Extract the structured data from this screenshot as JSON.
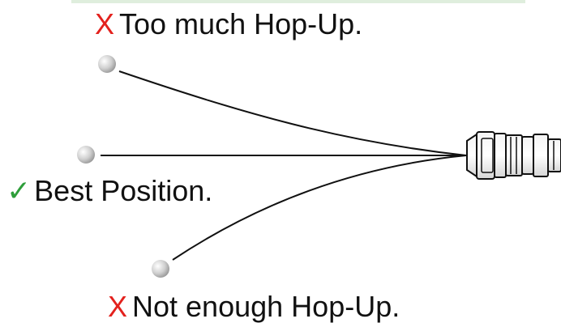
{
  "labels": {
    "too_much": {
      "mark": "X",
      "text": "Too much Hop-Up."
    },
    "best": {
      "mark": "✓",
      "text": "Best Position."
    },
    "not_enough": {
      "mark": "X",
      "text": "Not enough Hop-Up."
    }
  },
  "colors": {
    "x_mark": "#e3211d",
    "check_mark": "#2e9e3a",
    "line": "#111111",
    "bb": "#c8c8c8",
    "top_strip": "#dfeedd"
  },
  "icons": {
    "barrel": "barrel-icon",
    "bb": "bb-pellet-icon"
  }
}
